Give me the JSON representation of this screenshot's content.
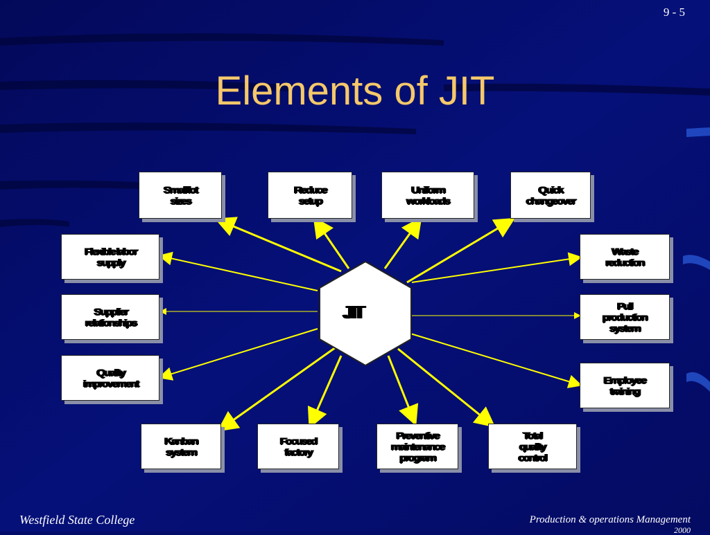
{
  "slide": {
    "number": "9 - 5",
    "title": "Elements of JIT",
    "footer_left": "Westfield State College",
    "footer_right": "Production & operations Management",
    "footer_right_cut": "2000"
  },
  "hub": {
    "label": "JIT"
  },
  "elements": [
    {
      "id": "top-1",
      "lines": [
        "Small lot",
        "sizes"
      ]
    },
    {
      "id": "top-2",
      "lines": [
        "Reduce",
        "setup"
      ]
    },
    {
      "id": "top-3",
      "lines": [
        "Uniform",
        "workloads"
      ]
    },
    {
      "id": "top-4",
      "lines": [
        "Quick",
        "changeover"
      ]
    },
    {
      "id": "left-1",
      "lines": [
        "Flexible labor",
        "supply"
      ]
    },
    {
      "id": "left-2",
      "lines": [
        "Supplier",
        "relationships"
      ]
    },
    {
      "id": "left-3",
      "lines": [
        "Quality",
        "improvement"
      ]
    },
    {
      "id": "right-1",
      "lines": [
        "Waste",
        "reduction"
      ]
    },
    {
      "id": "right-2",
      "lines": [
        "Pull",
        "production",
        "system"
      ]
    },
    {
      "id": "right-3",
      "lines": [
        "Employee",
        "training"
      ]
    },
    {
      "id": "bottom-1",
      "lines": [
        "Kanban",
        "system"
      ]
    },
    {
      "id": "bottom-2",
      "lines": [
        "Focused",
        "factory"
      ]
    },
    {
      "id": "bottom-3",
      "lines": [
        "Preventive",
        "maintenance",
        "program"
      ]
    },
    {
      "id": "bottom-4",
      "lines": [
        "Total",
        "quality",
        "control"
      ]
    }
  ],
  "colors": {
    "background": "#040c6a",
    "title": "#f5c86a",
    "connector": "#ffff00",
    "box": "#ffffff"
  },
  "icons": [
    "hexagon-hub-icon",
    "connector-arrow-icon"
  ]
}
